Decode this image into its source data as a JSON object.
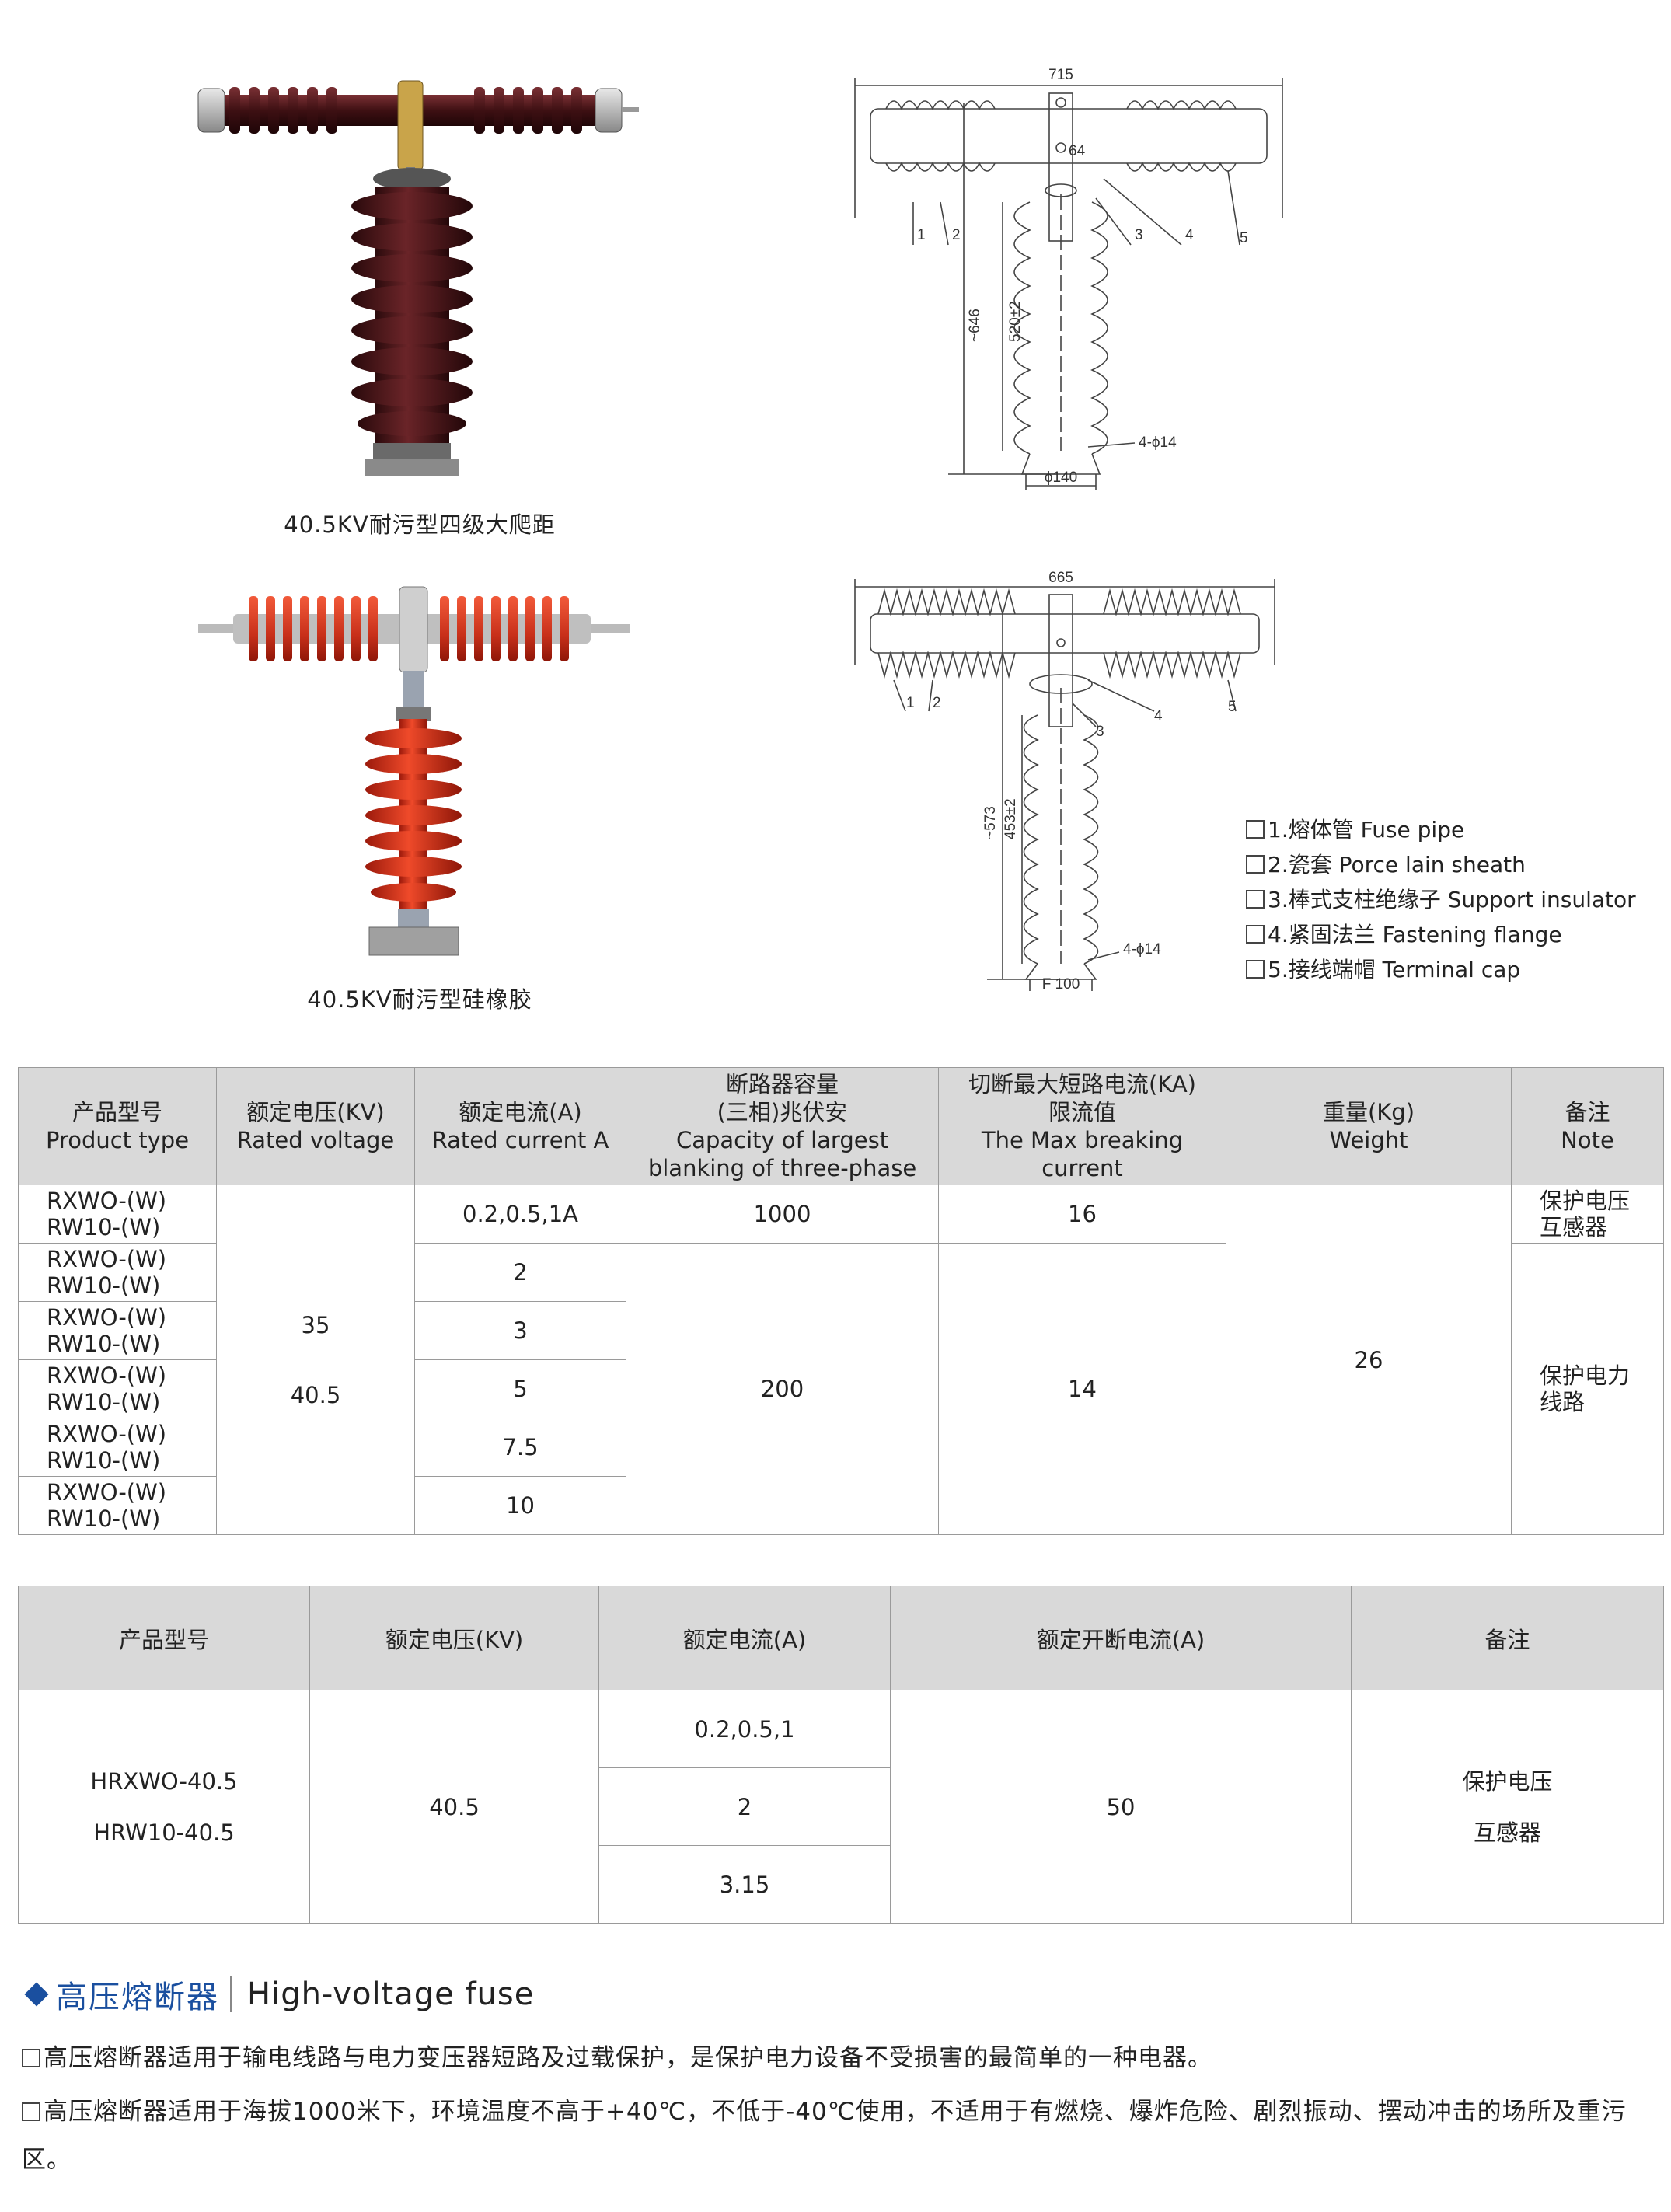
{
  "products": [
    {
      "caption": "40.5KV耐污型四级大爬距"
    },
    {
      "caption": "40.5KV耐污型硅橡胶"
    }
  ],
  "drawing1": {
    "width_dim": "715",
    "d64": "64",
    "d646": "~646",
    "d520": "520±2",
    "bolt": "4-ϕ14",
    "base": "ϕ140",
    "parts": [
      "1",
      "2",
      "3",
      "4",
      "5"
    ]
  },
  "drawing2": {
    "width_dim": "665",
    "d573": "~573",
    "d453": "453±2",
    "bolt": "4-ϕ14",
    "base": "F 100",
    "parts": [
      "1",
      "2",
      "3",
      "4",
      "5"
    ]
  },
  "legend": [
    "1.熔体管 Fuse pipe",
    "2.瓷套 Porce lain sheath",
    "3.棒式支柱绝缘子 Support insulator",
    "4.紧固法兰 Fastening flange",
    "5.接线端帽 Terminal cap"
  ],
  "table1": {
    "headers": [
      {
        "cn": "产品型号",
        "en": "Product type"
      },
      {
        "cn": "额定电压(KV)",
        "en": "Rated voltage"
      },
      {
        "cn": "额定电流(A)",
        "en": "Rated current A"
      },
      {
        "cn": "断路器容量",
        "cn2": "(三相)兆伏安",
        "en": "Capacity of largest",
        "en2": "blanking of three-phase"
      },
      {
        "cn": "切断最大短路电流(KA)",
        "cn2": "限流值",
        "en": "The Max breaking current"
      },
      {
        "cn": "重量(Kg)",
        "en": "Weight"
      },
      {
        "cn": "备注",
        "en": "Note"
      }
    ],
    "model_a": "RXWO-(W)",
    "model_b": "RW10-(W)",
    "voltage_1": "35",
    "voltage_2": "40.5",
    "currents": [
      "0.2,0.5,1A",
      "2",
      "3",
      "5",
      "7.5",
      "10"
    ],
    "capacity_first": "1000",
    "capacity_rest": "200",
    "breaking_first": "16",
    "breaking_rest": "14",
    "weight": "26",
    "note_first_1": "保护电压",
    "note_first_2": "互感器",
    "note_rest_1": "保护电力",
    "note_rest_2": "线路"
  },
  "table2": {
    "headers": [
      "产品型号",
      "额定电压(KV)",
      "额定电流(A)",
      "额定开断电流(A)",
      "备注"
    ],
    "model_1": "HRXWO-40.5",
    "model_2": "HRW10-40.5",
    "voltage": "40.5",
    "currents": [
      "0.2,0.5,1",
      "2",
      "3.15"
    ],
    "breaking": "50",
    "note_1": "保护电压",
    "note_2": "互感器"
  },
  "section": {
    "title_cn": "高压熔断器",
    "title_en": "High-voltage fuse",
    "para1": "高压熔断器适用于输电线路与电力变压器短路及过载保护，是保护电力设备不受损害的最简单的一种电器。",
    "para2": "高压熔断器适用于海拔1000米下，环境温度不高于+40℃，不低于-40℃使用，不适用于有燃烧、爆炸危险、剧烈振动、摆动冲击的场所及重污区。"
  },
  "colors": {
    "porcelain": "#4a1418",
    "silicone": "#d0321c",
    "accent": "#1a4f9f",
    "header_bg": "#d9d9d9"
  }
}
